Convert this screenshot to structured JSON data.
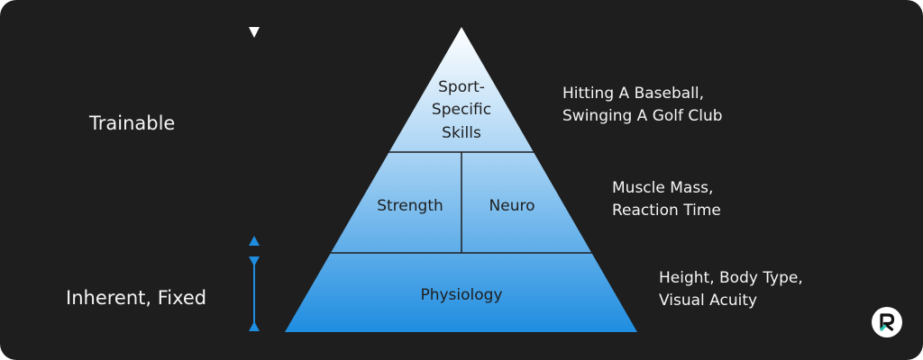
{
  "scale_labels": {
    "trainable": "Trainable",
    "inherent": "Inherent, Fixed"
  },
  "pyramid": {
    "top": [
      "Sport-",
      "Specific",
      "Skills"
    ],
    "middle_left": "Strength",
    "middle_right": "Neuro",
    "base": "Physiology"
  },
  "examples": {
    "top": [
      "Hitting A Baseball,",
      "Swinging A Golf Club"
    ],
    "middle": [
      "Muscle Mass,",
      "Reaction Time"
    ],
    "base": [
      "Height, Body Type,",
      "Visual Acuity"
    ]
  },
  "colors": {
    "background": "#1e1e1e",
    "gradient_top": "#ffffff",
    "gradient_bottom": "#1f8de0",
    "arrow_white": "#ffffff",
    "arrow_blue": "#1f8de0"
  },
  "logo_icon": "r-logo-icon"
}
